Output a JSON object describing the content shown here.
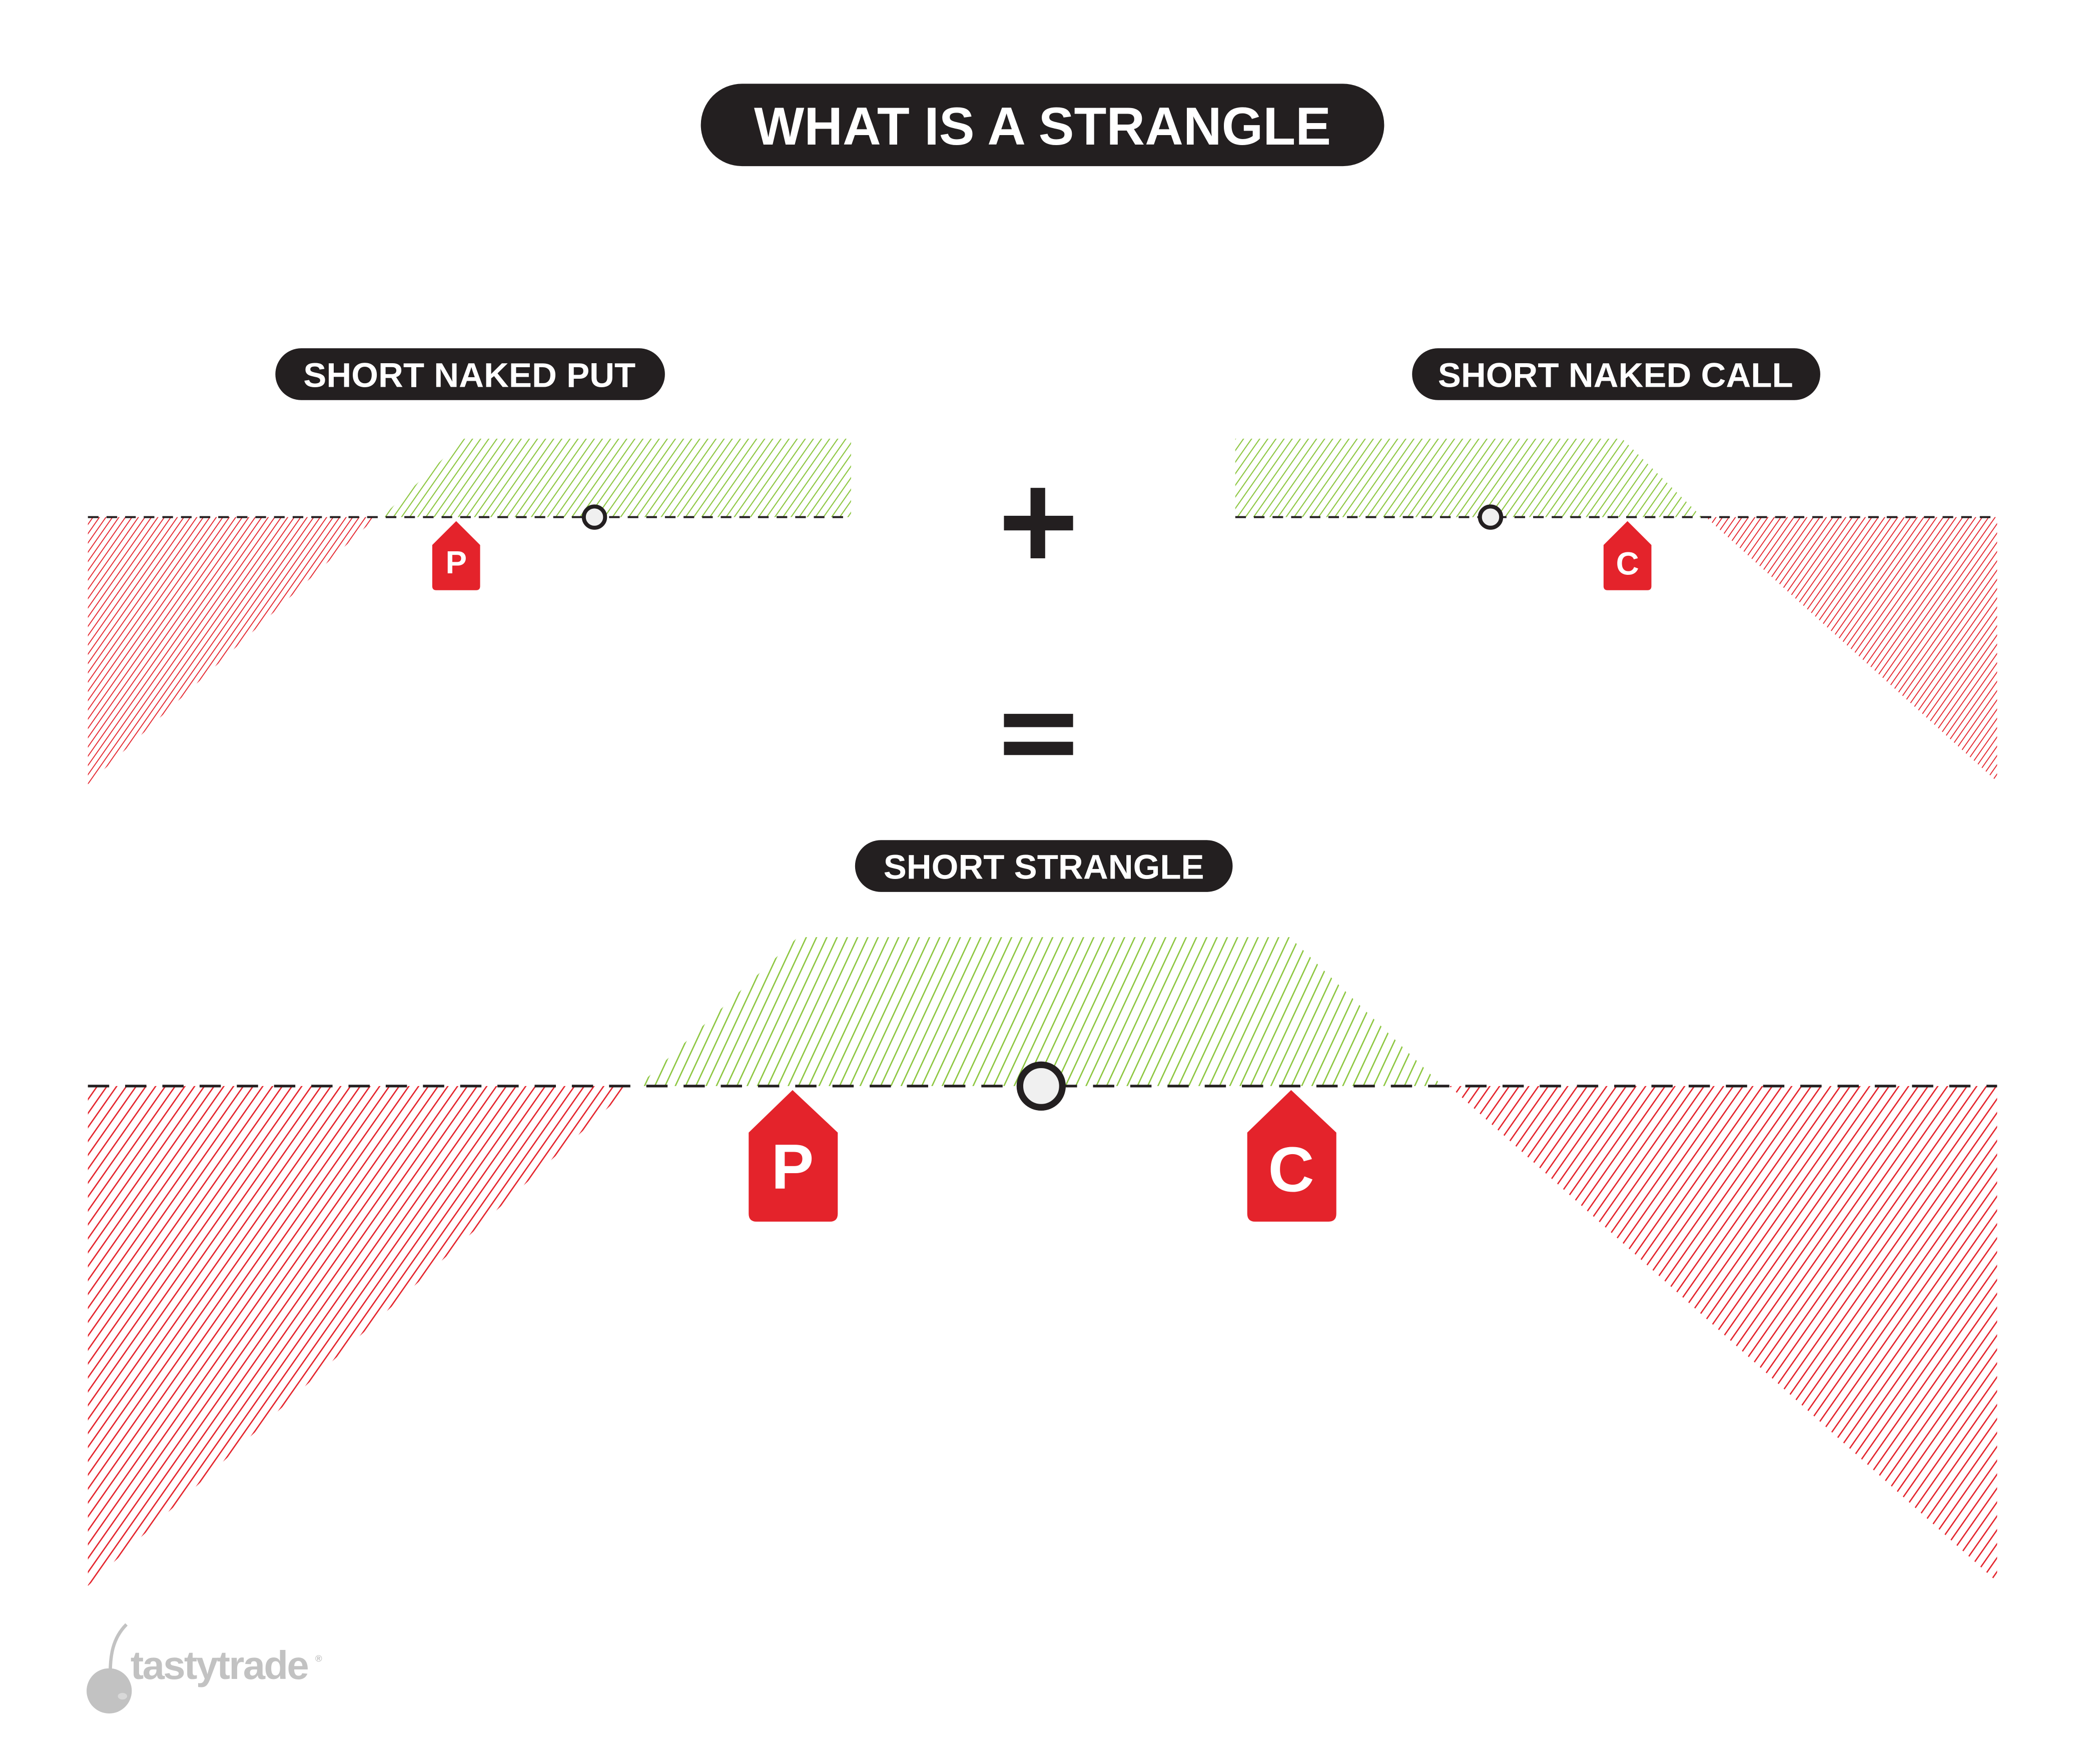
{
  "title": "WHAT IS A STRANGLE",
  "diagrams": {
    "put": {
      "label": "SHORT NAKED PUT",
      "tag": "P"
    },
    "call": {
      "label": "SHORT NAKED CALL",
      "tag": "C"
    },
    "strangle": {
      "label": "SHORT STRANGLE",
      "put_tag": "P",
      "call_tag": "C"
    }
  },
  "operators": {
    "plus": "plus-icon",
    "equals": "equals-icon"
  },
  "logo": {
    "text": "tastytrade",
    "mark": "®"
  },
  "colors": {
    "dark": "#231f20",
    "profit": "#8cc63f",
    "loss": "#e4232b",
    "logo": "#c2c2c2"
  }
}
